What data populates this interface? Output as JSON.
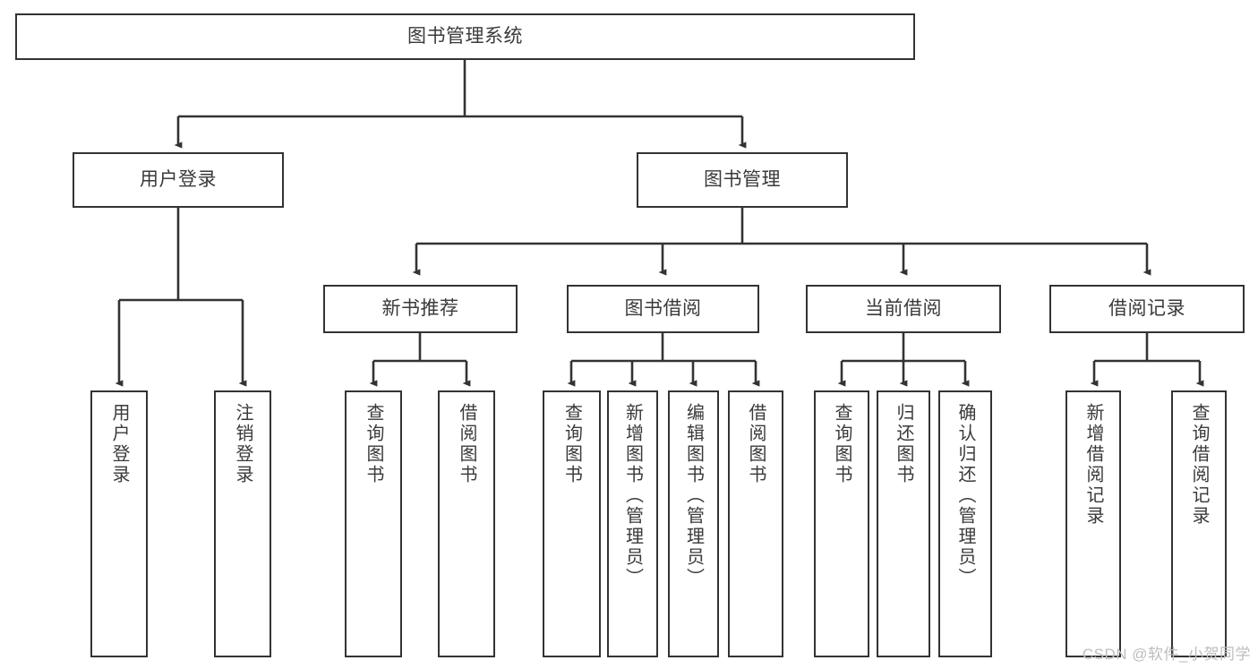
{
  "diagram": {
    "type": "hierarchy-tree",
    "title": "图书管理系统",
    "watermark": "CSDN @软件_小贺同学",
    "colors": {
      "stroke": "#333333",
      "fill": "#ffffff",
      "text": "#3a3a3a",
      "watermark": "#bdbdbd"
    },
    "levels": {
      "root": {
        "label": "图书管理系统"
      },
      "level2": [
        {
          "id": "user-login",
          "label": "用户登录"
        },
        {
          "id": "book-manage",
          "label": "图书管理"
        }
      ],
      "level3": [
        {
          "id": "new-book-recommend",
          "label": "新书推荐",
          "parent": "book-manage"
        },
        {
          "id": "book-borrow",
          "label": "图书借阅",
          "parent": "book-manage"
        },
        {
          "id": "current-borrow",
          "label": "当前借阅",
          "parent": "book-manage"
        },
        {
          "id": "borrow-record",
          "label": "借阅记录",
          "parent": "book-manage"
        }
      ],
      "leaves": [
        {
          "id": "leaf-user-login",
          "label": "用户登录",
          "parent": "user-login"
        },
        {
          "id": "leaf-user-logout",
          "label": "注销登录",
          "parent": "user-login"
        },
        {
          "id": "leaf-query-book-1",
          "label": "查询图书",
          "parent": "new-book-recommend"
        },
        {
          "id": "leaf-borrow-book-1",
          "label": "借阅图书",
          "parent": "new-book-recommend"
        },
        {
          "id": "leaf-query-book-2",
          "label": "查询图书",
          "parent": "book-borrow"
        },
        {
          "id": "leaf-add-book",
          "label": "新增图书（管理员）",
          "parent": "book-borrow"
        },
        {
          "id": "leaf-edit-book",
          "label": "编辑图书（管理员）",
          "parent": "book-borrow"
        },
        {
          "id": "leaf-borrow-book-2",
          "label": "借阅图书",
          "parent": "book-borrow"
        },
        {
          "id": "leaf-query-book-3",
          "label": "查询图书",
          "parent": "current-borrow"
        },
        {
          "id": "leaf-return-book",
          "label": "归还图书",
          "parent": "current-borrow"
        },
        {
          "id": "leaf-confirm-return",
          "label": "确认归还（管理员）",
          "parent": "current-borrow"
        },
        {
          "id": "leaf-add-record",
          "label": "新增借阅记录",
          "parent": "borrow-record"
        },
        {
          "id": "leaf-query-record",
          "label": "查询借阅记录",
          "parent": "borrow-record"
        }
      ]
    }
  }
}
